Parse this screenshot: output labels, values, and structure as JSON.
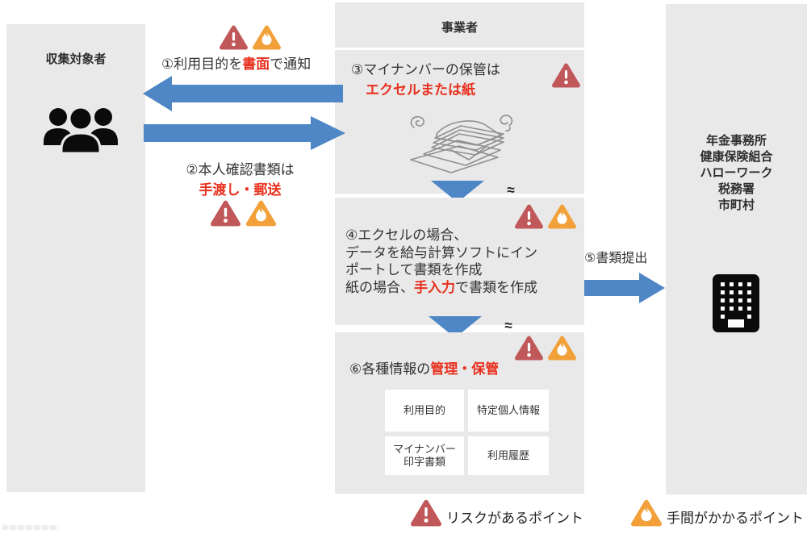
{
  "left_column": {
    "title": "収集対象者"
  },
  "middle_column": {
    "header": "事業者"
  },
  "right_column": {
    "destinations": [
      "年金事務所",
      "健康保険組合",
      "ハローワーク",
      "税務署",
      "市町村"
    ]
  },
  "steps": {
    "s1": {
      "pre": "①利用目的を",
      "em": "書面",
      "post": "で通知"
    },
    "s2": {
      "line1": "②本人確認書類は",
      "em": "手渡し・郵送"
    },
    "s3": {
      "line1": "③マイナンバーの保管は",
      "em": "エクセルまたは紙"
    },
    "s4": {
      "line1": "④エクセルの場合、",
      "line2": "データを給与計算ソフトにイン",
      "line3": "ポートして書類を作成",
      "line4_pre": "紙の場合、",
      "line4_em": "手入力",
      "line4_post": "で書類を作成"
    },
    "s5": {
      "label": "⑤書類提出"
    },
    "s6": {
      "pre": "⑥各種情報の",
      "em": "管理・保管"
    }
  },
  "storage": {
    "items": [
      {
        "line1": "利用目的"
      },
      {
        "line1": "特定個人情報"
      },
      {
        "line1": "マイナンバー",
        "line2": "印字書類"
      },
      {
        "line1": "利用履歴"
      }
    ]
  },
  "connector_symbol": "≈",
  "legend": {
    "risk": "リスクがあるポイント",
    "effort": "手間がかかるポイント"
  },
  "colors": {
    "arrow_blue": "#4f86c6",
    "risk_red": "#c0585a",
    "effort_orange": "#f2a13a",
    "emphasis_red": "#e8311f",
    "panel_gray": "#e9e9e9"
  }
}
